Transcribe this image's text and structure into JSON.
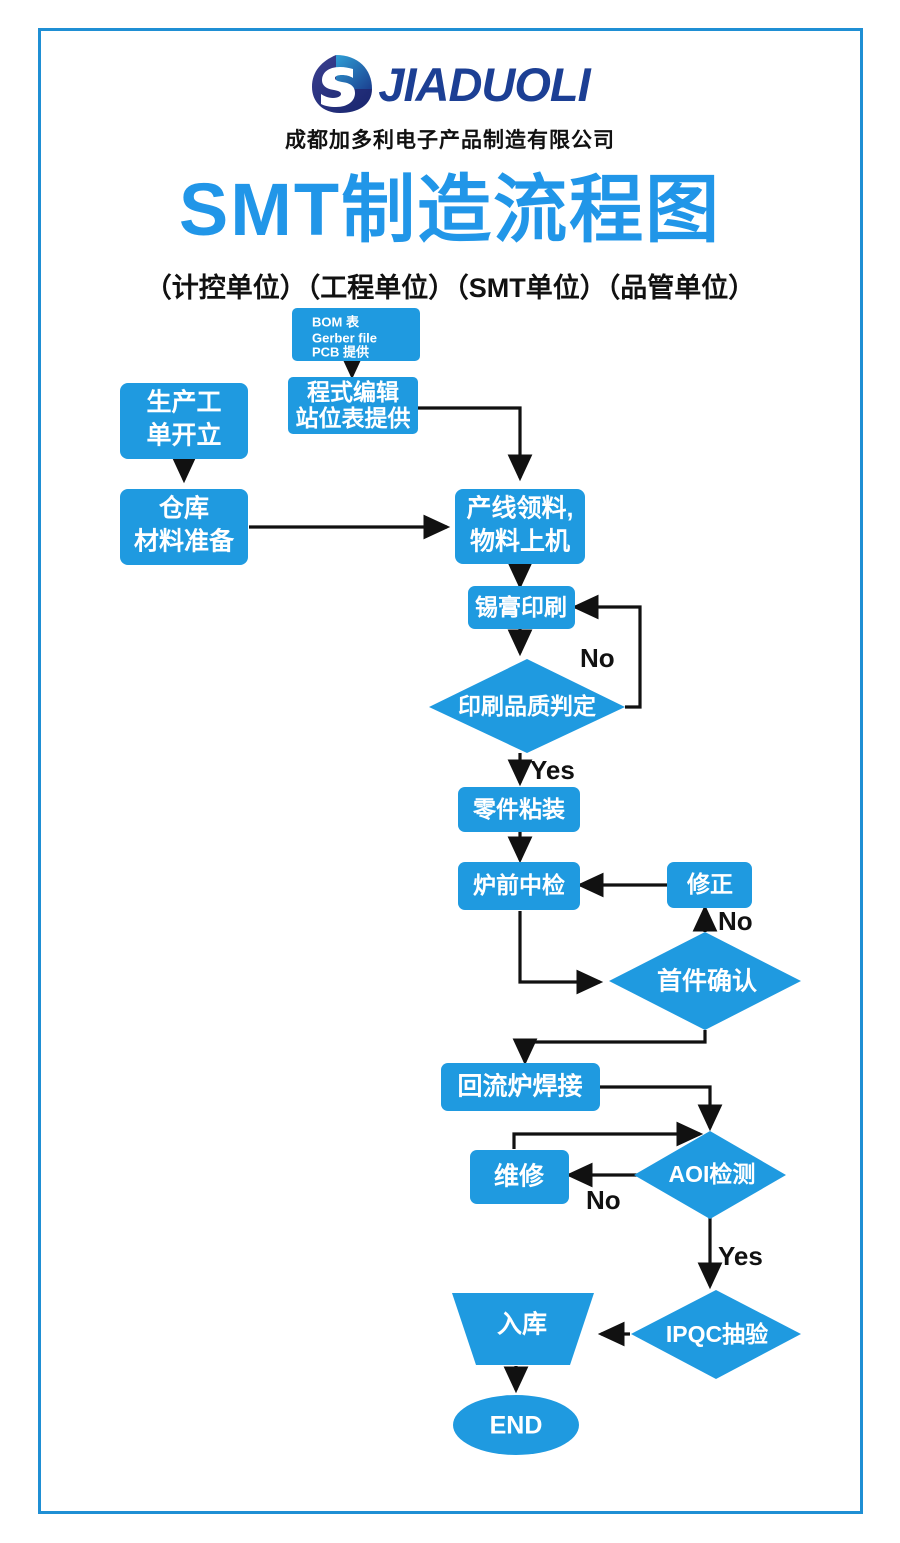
{
  "theme": {
    "brand_blue": "#1f9ae0",
    "title_blue": "#2196e8",
    "frame_blue": "#1f8fd4",
    "logo_navy": "#1c3f94",
    "line_black": "#111111"
  },
  "header": {
    "logo_wordmark": "JIADUOLI",
    "company_name": "成都加多利电子产品制造有限公司",
    "main_title": "SMT制造流程图",
    "sub_title": "（计控单位）（工程单位）（SMT单位）（品管单位）"
  },
  "chart_data": {
    "type": "diagram",
    "title": "SMT制造流程图",
    "nodes": [
      {
        "id": "bom",
        "label": "BOM 表\nGerber file\nPCB 提供",
        "shape": "rect",
        "lines": [
          "BOM 表",
          "Gerber file",
          "PCB 提供"
        ]
      },
      {
        "id": "program",
        "label": "程式编辑\n站位表提供",
        "shape": "rect",
        "lines": [
          "程式编辑",
          "站位表提供"
        ]
      },
      {
        "id": "workorder",
        "label": "生产工\n单开立",
        "shape": "rect",
        "lines": [
          "生产工",
          "单开立"
        ]
      },
      {
        "id": "warehouse",
        "label": "仓库\n材料准备",
        "shape": "rect",
        "lines": [
          "仓库",
          "材料准备"
        ]
      },
      {
        "id": "pickup",
        "label": "产线领料，\n物料上机",
        "shape": "rect",
        "lines": [
          "产线领料,",
          "物料上机"
        ]
      },
      {
        "id": "solder",
        "label": "锡膏印刷",
        "shape": "rect",
        "lines": [
          "锡膏印刷"
        ]
      },
      {
        "id": "printqc",
        "label": "印刷品质判定",
        "shape": "diamond",
        "lines": [
          "印刷品质判定"
        ]
      },
      {
        "id": "mount",
        "label": "零件粘装",
        "shape": "rect",
        "lines": [
          "零件粘装"
        ]
      },
      {
        "id": "preoven",
        "label": "炉前中检",
        "shape": "rect",
        "lines": [
          "炉前中检"
        ]
      },
      {
        "id": "fix",
        "label": "修正",
        "shape": "rect",
        "lines": [
          "修正"
        ]
      },
      {
        "id": "firstpart",
        "label": "首件确认",
        "shape": "diamond",
        "lines": [
          "首件确认"
        ]
      },
      {
        "id": "reflow",
        "label": "回流炉焊接",
        "shape": "rect",
        "lines": [
          "回流炉焊接"
        ]
      },
      {
        "id": "repair",
        "label": "维修",
        "shape": "rect",
        "lines": [
          "维修"
        ]
      },
      {
        "id": "aoi",
        "label": "AOI检测",
        "shape": "diamond",
        "lines": [
          "AOI检测"
        ]
      },
      {
        "id": "ipqc",
        "label": "IPQC抽验",
        "shape": "diamond",
        "lines": [
          "IPQC抽验"
        ]
      },
      {
        "id": "stockin",
        "label": "入库",
        "shape": "trapezoid",
        "lines": [
          "入库"
        ]
      },
      {
        "id": "end",
        "label": "END",
        "shape": "ellipse",
        "lines": [
          "END"
        ]
      }
    ],
    "edges": [
      {
        "from": "bom",
        "to": "program",
        "label": ""
      },
      {
        "from": "program",
        "to": "pickup",
        "label": ""
      },
      {
        "from": "workorder",
        "to": "warehouse",
        "label": ""
      },
      {
        "from": "warehouse",
        "to": "pickup",
        "label": ""
      },
      {
        "from": "pickup",
        "to": "solder",
        "label": ""
      },
      {
        "from": "solder",
        "to": "printqc",
        "label": ""
      },
      {
        "from": "printqc",
        "to": "solder",
        "label": "No"
      },
      {
        "from": "printqc",
        "to": "mount",
        "label": "Yes"
      },
      {
        "from": "mount",
        "to": "preoven",
        "label": ""
      },
      {
        "from": "preoven",
        "to": "firstpart",
        "label": ""
      },
      {
        "from": "firstpart",
        "to": "fix",
        "label": "No"
      },
      {
        "from": "fix",
        "to": "preoven",
        "label": ""
      },
      {
        "from": "firstpart",
        "to": "reflow",
        "label": ""
      },
      {
        "from": "reflow",
        "to": "aoi",
        "label": ""
      },
      {
        "from": "aoi",
        "to": "repair",
        "label": "No"
      },
      {
        "from": "repair",
        "to": "aoi",
        "label": ""
      },
      {
        "from": "aoi",
        "to": "ipqc",
        "label": "Yes"
      },
      {
        "from": "ipqc",
        "to": "stockin",
        "label": ""
      },
      {
        "from": "stockin",
        "to": "end",
        "label": ""
      }
    ],
    "edge_labels": [
      "No",
      "Yes",
      "No",
      "No",
      "Yes"
    ]
  },
  "nodes_text": {
    "bom_l1": "BOM 表",
    "bom_l2": "Gerber file",
    "bom_l3": "PCB 提供",
    "program_l1": "程式编辑",
    "program_l2": "站位表提供",
    "workorder_l1": "生产工",
    "workorder_l2": "单开立",
    "warehouse_l1": "仓库",
    "warehouse_l2": "材料准备",
    "pickup_l1": "产线领料,",
    "pickup_l2": "物料上机",
    "solder": "锡膏印刷",
    "printqc": "印刷品质判定",
    "mount": "零件粘装",
    "preoven": "炉前中检",
    "fix": "修正",
    "firstpart": "首件确认",
    "reflow": "回流炉焊接",
    "repair": "维修",
    "aoi": "AOI检测",
    "ipqc": "IPQC抽验",
    "stockin": "入库",
    "end": "END"
  },
  "labels": {
    "no_print": "No",
    "yes_print": "Yes",
    "no_firstpart": "No",
    "no_aoi": "No",
    "yes_aoi": "Yes"
  }
}
